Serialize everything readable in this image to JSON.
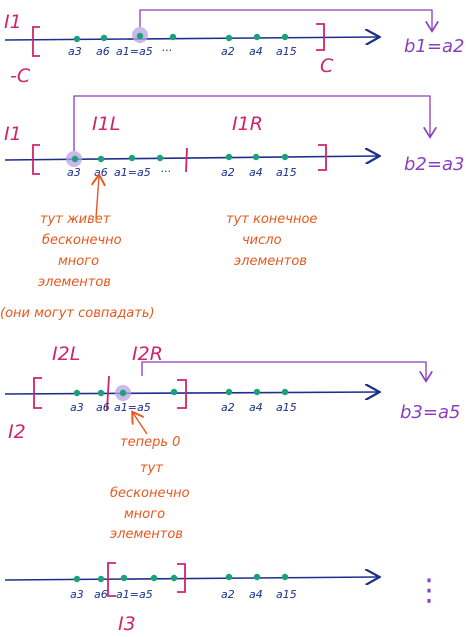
{
  "colors": {
    "axis": "#1d2f8c",
    "points": "#1aa07b",
    "highlight": "#b7a2e6",
    "interval": "#d0246b",
    "b_label": "#8a3fbf",
    "note": "#e8571e"
  },
  "point_labels": [
    "a3",
    "a6",
    "a1=a5",
    "...",
    "a2",
    "a4",
    "a15"
  ],
  "row1": {
    "interval": "I1",
    "left_bound": "-C",
    "right_bound": "C",
    "b_label": "b1=a2"
  },
  "row2": {
    "interval": "I1",
    "left_half": "I1L",
    "right_half": "I1R",
    "b_label": "b2=a3",
    "left_note": [
      "тут живет",
      "бесконечно",
      "много",
      "элементов",
      "(они могут совпадать)"
    ],
    "right_note": [
      "тут конечное",
      "число",
      "элементов"
    ]
  },
  "row3": {
    "interval": "I2",
    "left_half": "I2L",
    "right_half": "I2R",
    "b_label": "b3=a5",
    "note": [
      "теперь 0",
      "тут",
      "бесконечно",
      "много",
      "элементов"
    ]
  },
  "row4": {
    "interval": "I3",
    "b_label": "⋮"
  }
}
